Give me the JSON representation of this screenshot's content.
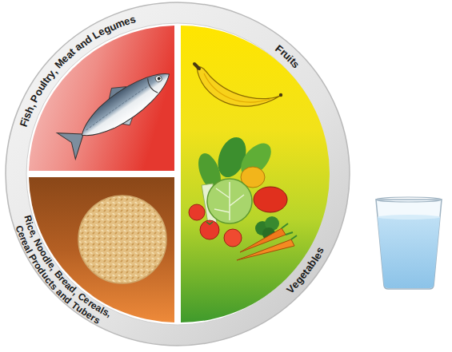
{
  "diagram": {
    "nodes": [
      {
        "text": [
          "Fish, Poultry, Meat and Legumes"
        ]
      },
      {
        "text": [
          "Fruits",
          "Vegetables"
        ]
      },
      {
        "text": [
          "Rice, Noodle, Bread, Cereals, Cereal Products and Tubers"
        ]
      }
    ]
  }
}
